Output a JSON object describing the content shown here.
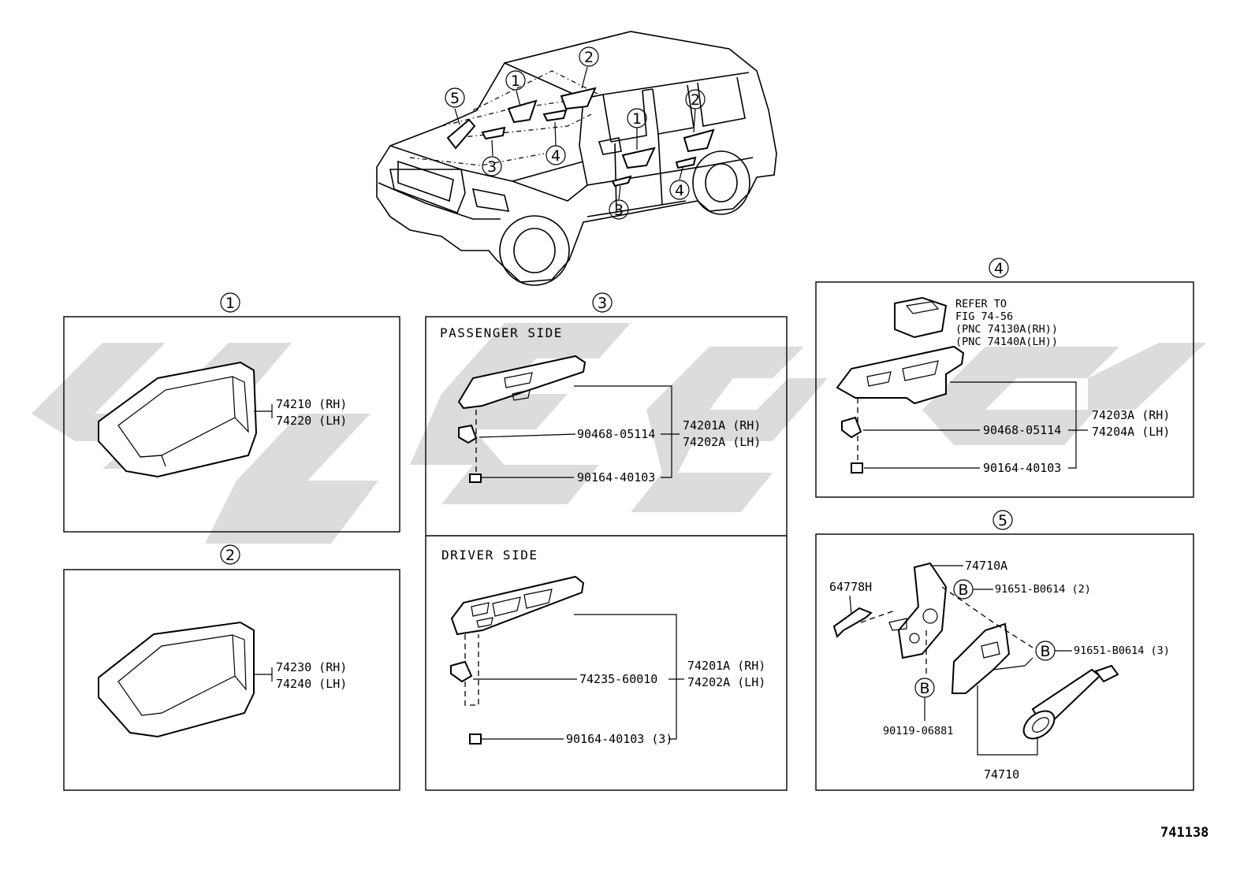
{
  "figure_number": "741138",
  "callouts": {
    "c1": "1",
    "c2": "2",
    "c3": "3",
    "c4": "4",
    "c5": "5",
    "b": "B"
  },
  "overview": {
    "markers": [
      {
        "id": "ov-5",
        "text": "5"
      },
      {
        "id": "ov-1a",
        "text": "1"
      },
      {
        "id": "ov-2a",
        "text": "2"
      },
      {
        "id": "ov-3a",
        "text": "3"
      },
      {
        "id": "ov-4a",
        "text": "4"
      },
      {
        "id": "ov-1b",
        "text": "1"
      },
      {
        "id": "ov-2b",
        "text": "2"
      },
      {
        "id": "ov-3b",
        "text": "3"
      },
      {
        "id": "ov-4b",
        "text": "4"
      }
    ]
  },
  "panel1": {
    "part_rh": "74210 (RH)",
    "part_lh": "74220 (LH)"
  },
  "panel2": {
    "part_rh": "74230 (RH)",
    "part_lh": "74240 (LH)"
  },
  "panel3": {
    "passenger_header": "PASSENGER SIDE",
    "driver_header": "DRIVER SIDE",
    "passenger": {
      "clip": "90468-05114",
      "screw": "90164-40103",
      "asm_rh": "74201A (RH)",
      "asm_lh": "74202A (LH)"
    },
    "driver": {
      "clip": "74235-60010",
      "screw": "90164-40103 (3)",
      "asm_rh": "74201A (RH)",
      "asm_lh": "74202A (LH)"
    }
  },
  "panel4": {
    "refer": [
      "REFER TO",
      "FIG 74-56",
      "(PNC 74130A(RH))",
      "(PNC 74140A(LH))"
    ],
    "clip": "90468-05114",
    "screw": "90164-40103",
    "asm_rh": "74203A (RH)",
    "asm_lh": "74204A (LH)"
  },
  "panel5": {
    "bracket": "74710A",
    "hose": "64778H",
    "bolt_a": "91651-B0614 (2)",
    "bolt_b": "91651-B0614 (3)",
    "screw": "90119-06881",
    "assembly": "74710"
  }
}
